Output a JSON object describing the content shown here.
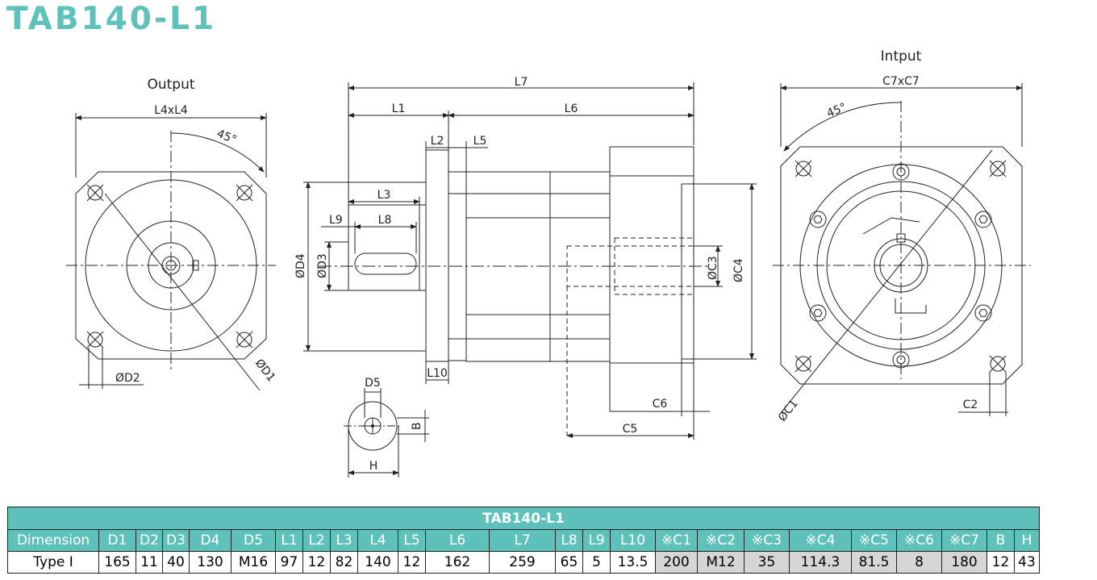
{
  "title": "TAB140-L1",
  "views": {
    "output": {
      "label": "Output",
      "dims": {
        "square": "L4xL4",
        "angle": "45°",
        "d1": "ØD1",
        "d2": "ØD2"
      }
    },
    "side": {
      "dims": {
        "l7": "L7",
        "l1": "L1",
        "l6": "L6",
        "l2": "L2",
        "l5": "L5",
        "l3": "L3",
        "l9": "L9",
        "l8": "L8",
        "l10": "L10",
        "d4": "ØD4",
        "d3": "ØD3",
        "c3": "ØC3",
        "c4": "ØC4",
        "c6": "C6",
        "c5": "C5"
      }
    },
    "shaft_end": {
      "dims": {
        "d5": "D5",
        "b": "B",
        "h": "H"
      }
    },
    "input": {
      "label": "Intput",
      "dims": {
        "square": "C7xC7",
        "angle": "45°",
        "c1": "ØC1",
        "c2": "C2"
      }
    }
  },
  "table": {
    "title": "TAB140-L1",
    "headers": [
      "Dimension",
      "D1",
      "D2",
      "D3",
      "D4",
      "D5",
      "L1",
      "L2",
      "L3",
      "L4",
      "L5",
      "L6",
      "L7",
      "L8",
      "L9",
      "L10",
      "※C1",
      "※C2",
      "※C3",
      "※C4",
      "※C5",
      "※C6",
      "※C7",
      "B",
      "H"
    ],
    "rows": [
      [
        "Type I",
        "165",
        "11",
        "40",
        "130",
        "M16",
        "97",
        "12",
        "82",
        "140",
        "12",
        "162",
        "259",
        "65",
        "5",
        "13.5",
        "200",
        "M12",
        "35",
        "114.3",
        "81.5",
        "8",
        "180",
        "12",
        "43"
      ]
    ]
  },
  "colors": {
    "accent": "#5ec2ba",
    "shaded_cell": "#d6d6d6"
  }
}
